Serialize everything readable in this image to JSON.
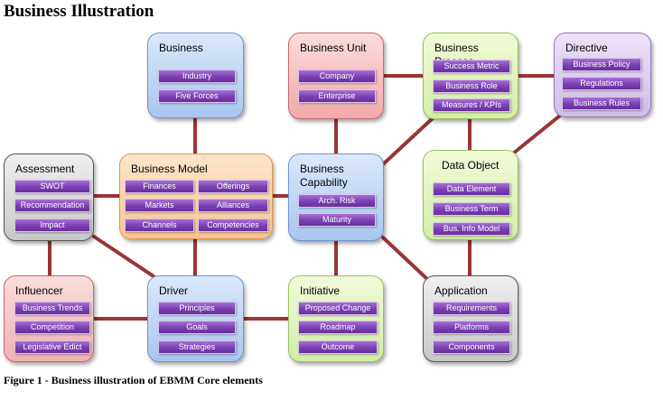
{
  "title": "Business Illustration",
  "caption": "Figure 1 - Business illustration of EBMM Core elements",
  "colors": {
    "connector": "#9b3434",
    "element_button": "#7a3fb0"
  },
  "nodes": {
    "business": {
      "title": "Business",
      "items": [
        "Industry",
        "Five Forces"
      ]
    },
    "business_unit": {
      "title": "Business Unit",
      "items": [
        "Company",
        "Enterprise"
      ]
    },
    "business_process": {
      "title": "Business Process",
      "items": [
        "Success Metric",
        "Business Role",
        "Measures / KPIs"
      ]
    },
    "directive": {
      "title": "Directive",
      "items": [
        "Business Policy",
        "Regulations",
        "Business Rules"
      ]
    },
    "assessment": {
      "title": "Assessment",
      "items": [
        "SWOT",
        "Recommendation",
        "Impact"
      ]
    },
    "business_model": {
      "title": "Business Model",
      "items": [
        "Finances",
        "Offerings",
        "Markets",
        "Alliances",
        "Channels",
        "Competencies"
      ]
    },
    "business_capability": {
      "title_line1": "Business",
      "title_line2": "Capability",
      "items": [
        "Arch. Risk",
        "Maturity"
      ]
    },
    "data_object": {
      "title": "Data Object",
      "items": [
        "Data Element",
        "Business Term",
        "Bus. Info Model"
      ]
    },
    "influencer": {
      "title": "Influencer",
      "items": [
        "Business Trends",
        "Competition",
        "Legislative Edict"
      ]
    },
    "driver": {
      "title": "Driver",
      "items": [
        "Principles",
        "Goals",
        "Strategies"
      ]
    },
    "initiative": {
      "title": "Initiative",
      "items": [
        "Proposed Change",
        "Roadmap",
        "Outcome"
      ]
    },
    "application": {
      "title": "Application",
      "items": [
        "Requirements",
        "Platforms",
        "Components"
      ]
    }
  }
}
